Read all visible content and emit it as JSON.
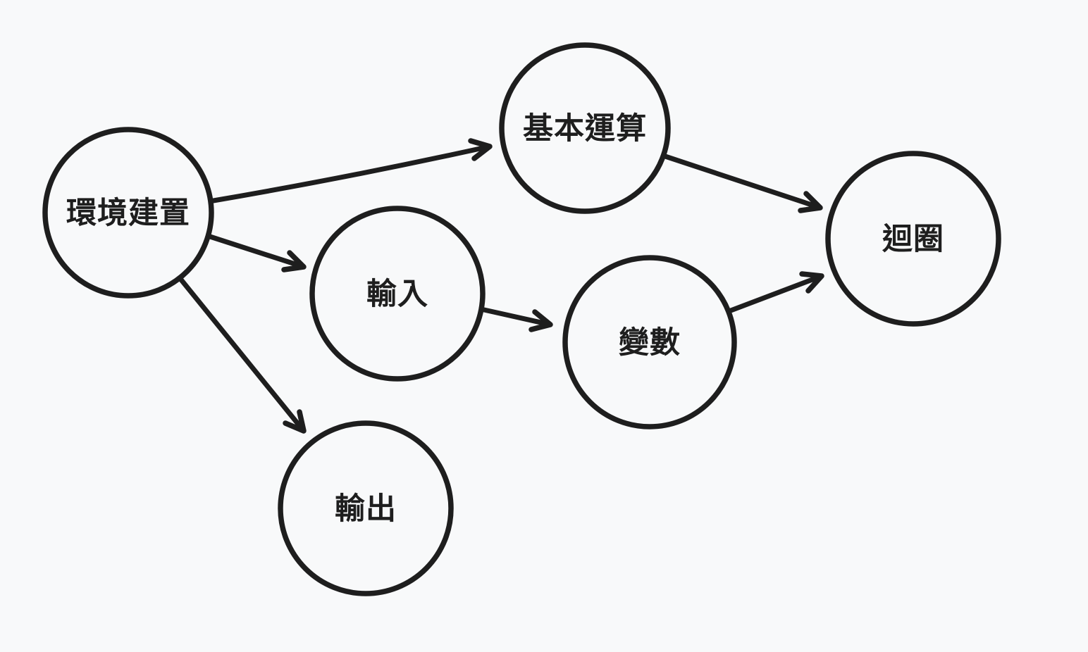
{
  "canvas": {
    "background_color": "#f8f9fa",
    "stroke_color": "#1e1e1e"
  },
  "diagram": {
    "nodes": [
      {
        "id": "env-setup",
        "label": "環境建置"
      },
      {
        "id": "basic-operations",
        "label": "基本運算"
      },
      {
        "id": "input",
        "label": "輸入"
      },
      {
        "id": "variables",
        "label": "變數"
      },
      {
        "id": "loops",
        "label": "迴圈"
      },
      {
        "id": "output",
        "label": "輸出"
      }
    ],
    "edges": [
      {
        "from": "環境建置",
        "to": "基本運算"
      },
      {
        "from": "環境建置",
        "to": "輸入"
      },
      {
        "from": "環境建置",
        "to": "輸出"
      },
      {
        "from": "輸入",
        "to": "變數"
      },
      {
        "from": "基本運算",
        "to": "迴圈"
      },
      {
        "from": "變數",
        "to": "迴圈"
      }
    ]
  }
}
